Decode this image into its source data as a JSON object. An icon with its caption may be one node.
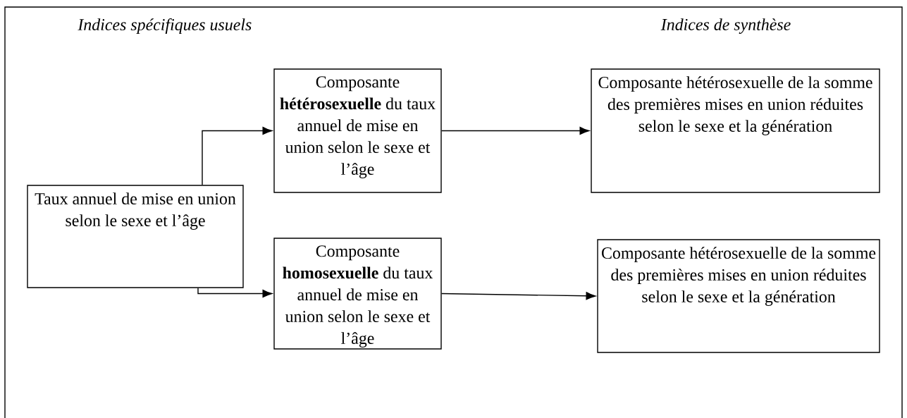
{
  "diagram": {
    "nodes": [
      {
        "text": [
          "Taux annuel de mise en union selon le sexe et l’âge"
        ]
      },
      {
        "text": [
          "Composante **hétérosexuelle** du taux annuel de mise en union selon le sexe et l’âge"
        ]
      },
      {
        "text": [
          "Composante hétérosexuelle de la somme des premières mises en union réduites selon le sexe et la génération"
        ]
      },
      {
        "text": [
          "Composante **homosexuelle** du taux annuel de mise en union selon le sexe et l’âge"
        ]
      },
      {
        "text": [
          "Composante hétérosexuelle de la somme des premières mises en union réduites selon le sexe et la génération"
        ]
      }
    ],
    "edges": [
      {
        "from": 0,
        "to": 1,
        "arrow": "to"
      },
      {
        "from": 1,
        "to": 2,
        "arrow": "to"
      },
      {
        "from": 0,
        "to": 3,
        "arrow": "to"
      },
      {
        "from": 3,
        "to": 4,
        "arrow": "to"
      }
    ],
    "labels": [
      "Indices spécifiques usuels",
      "Indices de synthèse"
    ]
  }
}
